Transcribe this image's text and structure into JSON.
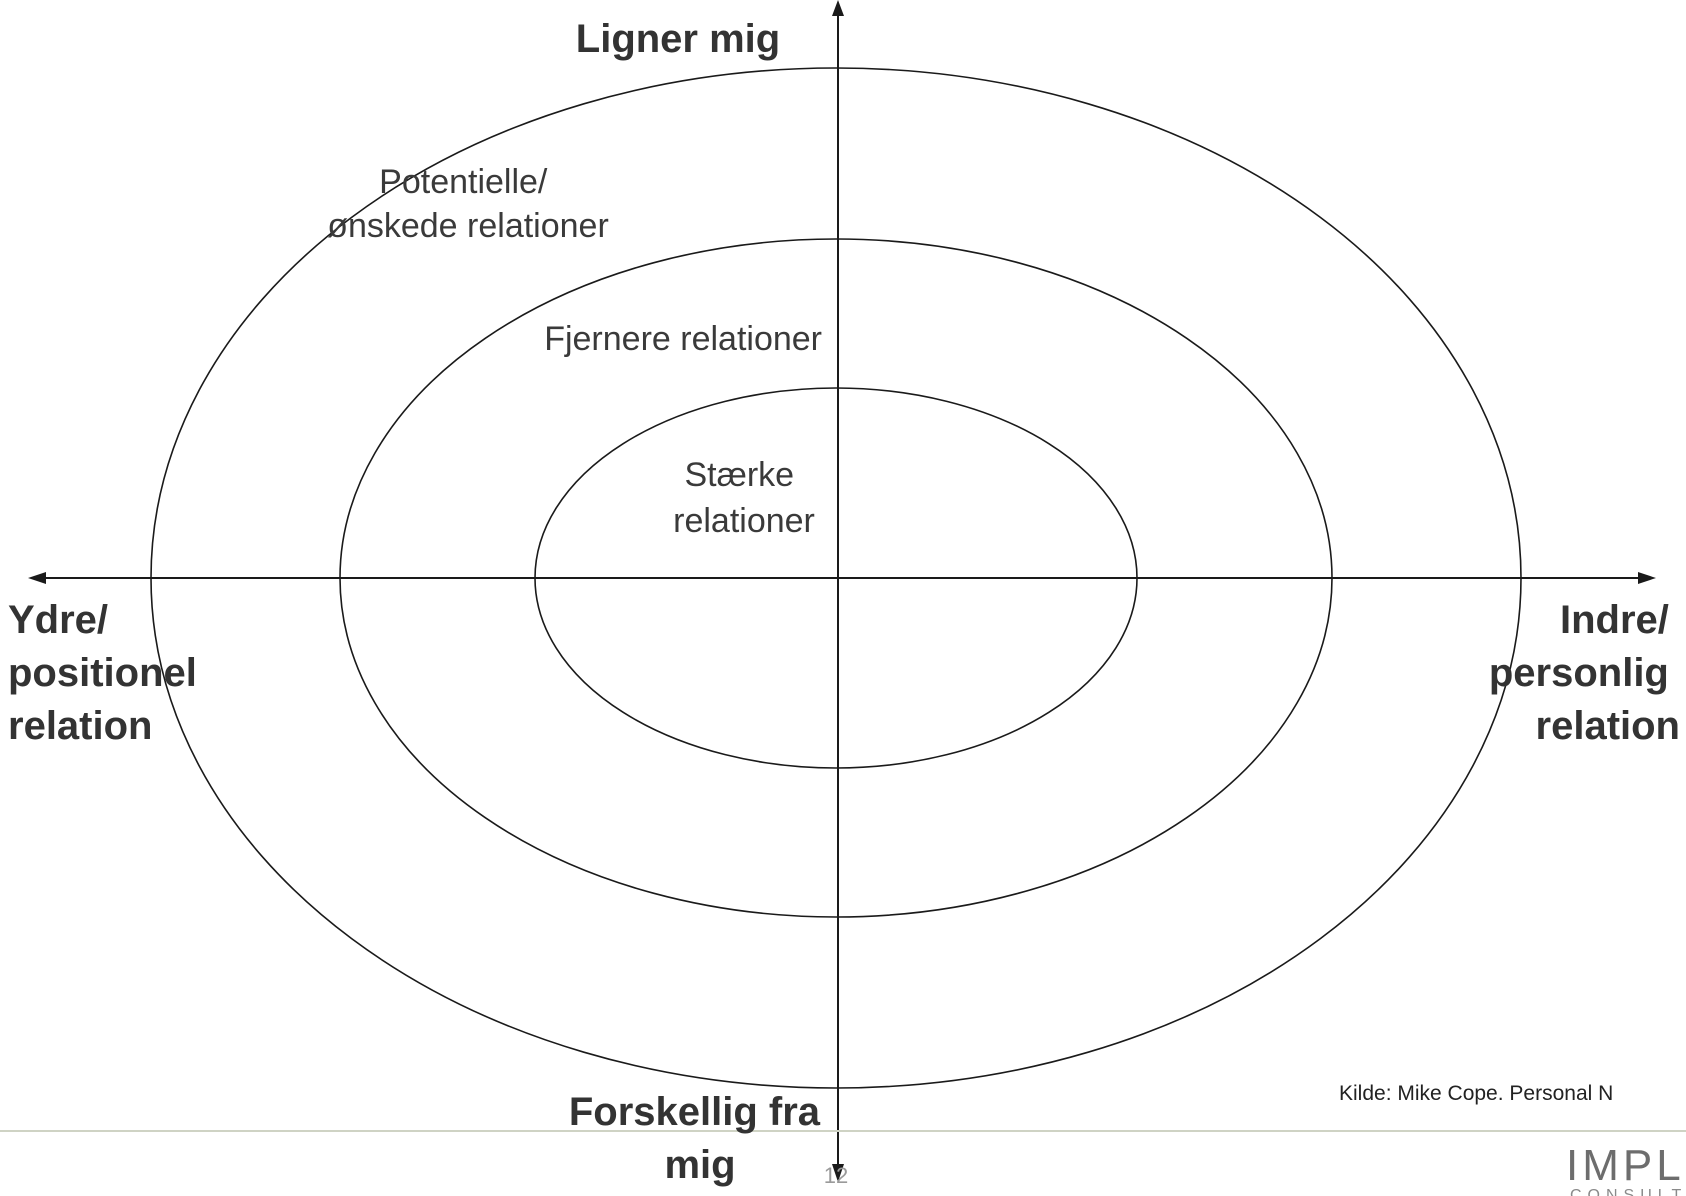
{
  "axes": {
    "top": [
      "Ligner mig"
    ],
    "bottom": [
      "Forskellig fra",
      "mig"
    ],
    "left": [
      "Ydre/",
      "positionel",
      "relation"
    ],
    "right": [
      "Indre/",
      "personlig",
      "relation"
    ]
  },
  "zones": {
    "outer": [
      "Potentielle/",
      "ønskede relationer"
    ],
    "middle": [
      "Fjernere relationer"
    ],
    "inner": [
      "Stærke",
      "relationer"
    ]
  },
  "footer": {
    "source": "Kilde: Mike Cope. Personal N",
    "page_number": "12",
    "logo_main": "IMPLE",
    "logo_sub": "CONSULTI"
  },
  "colors": {
    "lines": "#1a1a1a",
    "footer_rule": "#cfd3c4",
    "text": "#333333"
  }
}
